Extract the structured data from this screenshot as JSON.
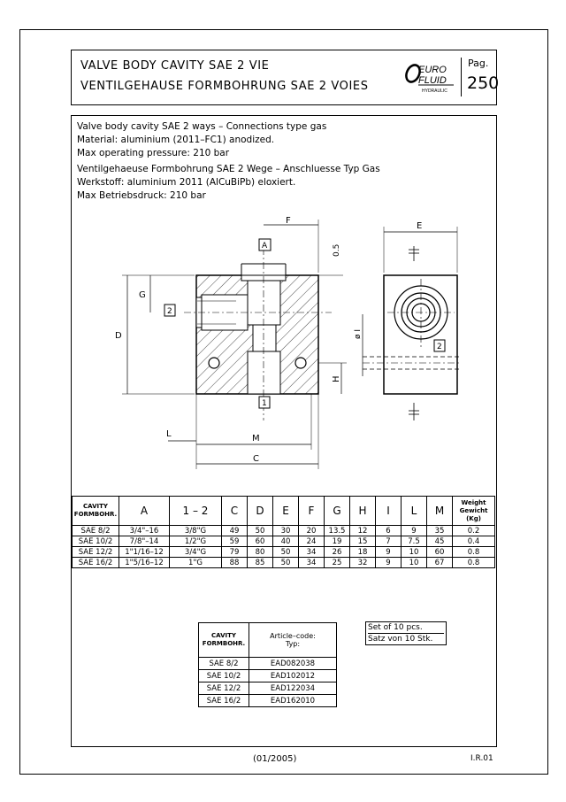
{
  "header": {
    "title_line1": "VALVE BODY CAVITY SAE 2 VIE",
    "title_line2": "VENTILGEHAUSE FORMBOHRUNG SAE 2 VOIES",
    "logo_text_1": "EURO",
    "logo_text_2": "FLUID",
    "logo_text_3": "HYDRAULIC",
    "page_label": "Pag.",
    "page_number": "250"
  },
  "description": {
    "en_line1": "Valve body cavity SAE 2 ways – Connections type gas",
    "en_line2": "Material: aluminium (2011–FC1) anodized.",
    "en_line3": "Max operating pressure: 210 bar",
    "de_line1": "Ventilgehaeuse Formbohrung SAE 2 Wege – Anschluesse Typ Gas",
    "de_line2": "Werkstoff: aluminium 2011 (AlCuBiPb) eloxiert.",
    "de_line3": "Max Betriebsdruck: 210 bar"
  },
  "drawing": {
    "labels": {
      "A": "A",
      "C": "C",
      "D": "D",
      "E": "E",
      "F": "F",
      "G": "G",
      "H": "H",
      "I": "ø I",
      "L": "L",
      "M": "M",
      "dim_05": "0.5",
      "port1": "1",
      "port2": "2",
      "port2b": "2"
    }
  },
  "dimension_table": {
    "head_cavity_1": "CAVITY",
    "head_cavity_2": "FORMBOHR.",
    "head_weight_1": "Weight",
    "head_weight_2": "Gewicht",
    "head_weight_3": "(Kg)",
    "columns": [
      "A",
      "1 – 2",
      "C",
      "D",
      "E",
      "F",
      "G",
      "H",
      "I",
      "L",
      "M"
    ],
    "rows": [
      [
        "SAE 8/2",
        "3/4\"–16",
        "3/8\"G",
        "49",
        "50",
        "30",
        "20",
        "13.5",
        "12",
        "6",
        "9",
        "35",
        "0.2"
      ],
      [
        "SAE 10/2",
        "7/8\"–14",
        "1/2\"G",
        "59",
        "60",
        "40",
        "24",
        "19",
        "15",
        "7",
        "7.5",
        "45",
        "0.4"
      ],
      [
        "SAE 12/2",
        "1\"1/16–12",
        "3/4\"G",
        "79",
        "80",
        "50",
        "34",
        "26",
        "18",
        "9",
        "10",
        "60",
        "0.8"
      ],
      [
        "SAE 16/2",
        "1\"5/16–12",
        "1\"G",
        "88",
        "85",
        "50",
        "34",
        "25",
        "32",
        "9",
        "10",
        "67",
        "0.8"
      ]
    ]
  },
  "article_table": {
    "head_cavity_1": "CAVITY",
    "head_cavity_2": "FORMBOHR.",
    "head_code_1": "Article–code:",
    "head_code_2": "Typ:",
    "rows": [
      [
        "SAE 8/2",
        "EAD082038"
      ],
      [
        "SAE 10/2",
        "EAD102012"
      ],
      [
        "SAE 12/2",
        "EAD122034"
      ],
      [
        "SAE 16/2",
        "EAD162010"
      ]
    ]
  },
  "set_note": {
    "line1": "Set of 10 pcs.",
    "line2": "Satz von 10 Stk."
  },
  "footer": {
    "date": "(01/2005)",
    "code": "I.R.01"
  }
}
